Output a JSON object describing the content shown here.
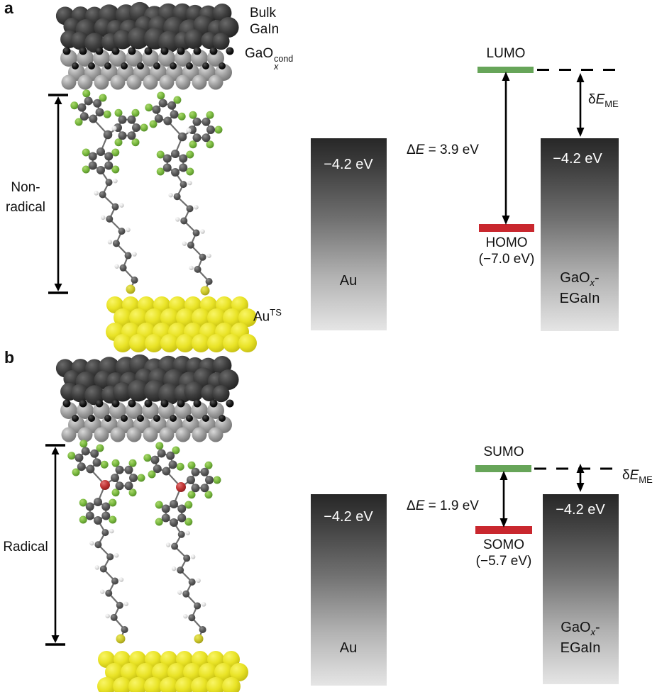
{
  "colors": {
    "upper_level_green": "#67a559",
    "lower_level_red": "#c9272e",
    "gold_yellow": "#e9e326",
    "chlorine_green": "#79b93f",
    "radical_red": "#c03434"
  },
  "panel_a": {
    "panel_label": "a",
    "bulk_line1": "Bulk",
    "bulk_line2": "GaIn",
    "oxide_base": "GaO",
    "oxide_sub": "x",
    "oxide_sup": "cond",
    "molecule_line1": "Non-",
    "molecule_line2": "radical",
    "gold_base": "Au",
    "gold_sup": "TS",
    "left_level": "−4.2 eV",
    "left_name": "Au",
    "gap_delta": "Δ",
    "gap_E": "E",
    "gap_value": " = 3.9 eV",
    "upper_level": "LUMO",
    "lower_level": "HOMO",
    "lower_energy": "(−7.0 eV)",
    "offset_delta": "δ",
    "offset_E": "E",
    "offset_sub": "ME",
    "right_level": "−4.2 eV",
    "right_name_base": "GaO",
    "right_name_sub": "x",
    "right_name_dash": "-",
    "right_name_line2": "EGaIn"
  },
  "panel_b": {
    "panel_label": "b",
    "molecule_line1": "Radical",
    "molecule_line2": "",
    "left_level": "−4.2 eV",
    "left_name": "Au",
    "gap_delta": "Δ",
    "gap_E": "E",
    "gap_value": " = 1.9 eV",
    "upper_level": "SUMO",
    "lower_level": "SOMO",
    "lower_energy": "(−5.7 eV)",
    "offset_delta": "δ",
    "offset_E": "E",
    "offset_sub": "ME",
    "right_level": "−4.2 eV",
    "right_name_base": "GaO",
    "right_name_sub": "x",
    "right_name_dash": "-",
    "right_name_line2": "EGaIn"
  }
}
